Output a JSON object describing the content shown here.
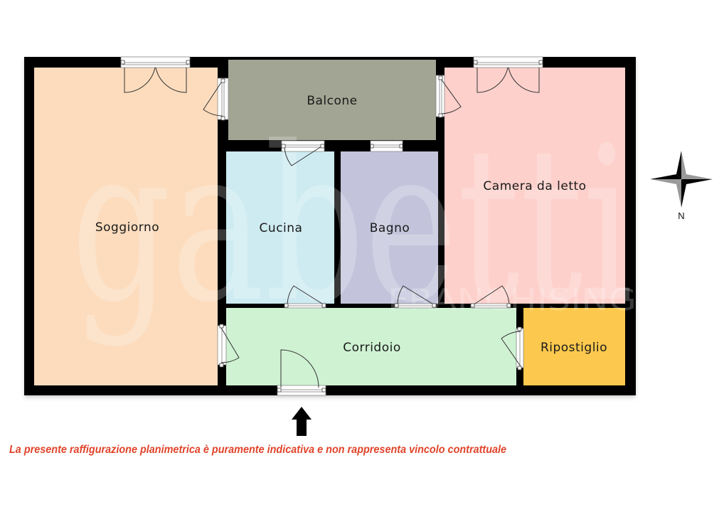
{
  "plan": {
    "rooms": [
      {
        "id": "soggiorno",
        "label": "Soggiorno",
        "color": "#fcdcbd"
      },
      {
        "id": "balcone",
        "label": "Balcone",
        "color": "#a2a594"
      },
      {
        "id": "cucina",
        "label": "Cucina",
        "color": "#cdebf1"
      },
      {
        "id": "bagno",
        "label": "Bagno",
        "color": "#c3c4db"
      },
      {
        "id": "camera",
        "label": "Camera da letto",
        "color": "#fdd0cb"
      },
      {
        "id": "corridoio",
        "label": "Corridoio",
        "color": "#cff2d3"
      },
      {
        "id": "ripostiglio",
        "label": "Ripostiglio",
        "color": "#fcc94e"
      }
    ],
    "wall_color": "#000000",
    "compass": {
      "label": "N",
      "icon": "compass-rose-icon"
    },
    "entrance": {
      "icon": "entrance-arrow-icon"
    },
    "watermark": {
      "brand": "gabetti",
      "sub": "FRANCHISING"
    }
  },
  "footer": {
    "disclaimer": "La presente raffigurazione planimetrica è puramente indicativa e non rappresenta vincolo contrattuale",
    "color": "#e0442a"
  }
}
